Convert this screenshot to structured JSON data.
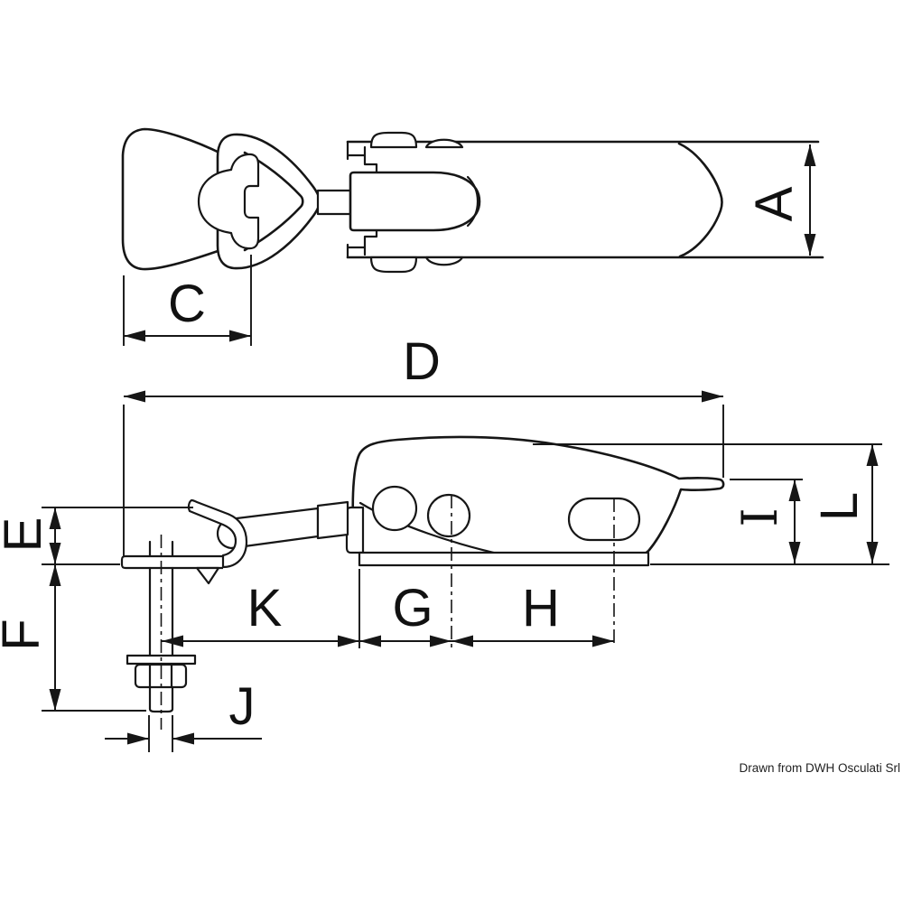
{
  "drawing": {
    "dims": {
      "A": "A",
      "C": "C",
      "D": "D",
      "E": "E",
      "F": "F",
      "G": "G",
      "H": "H",
      "I": "I",
      "J": "J",
      "K": "K",
      "L": "L"
    },
    "footer": {
      "credit": "Drawn from DWH Osculati Srl"
    },
    "colors": {
      "line": "#161616",
      "background": "#ffffff"
    }
  }
}
